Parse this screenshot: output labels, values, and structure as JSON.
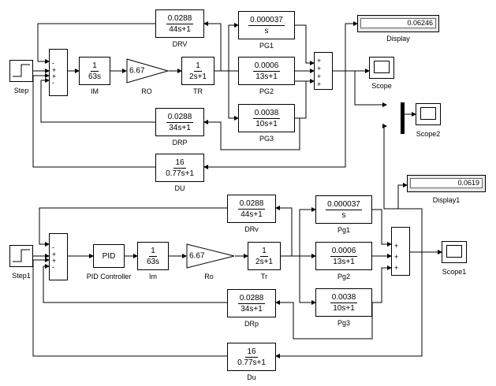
{
  "upper": {
    "step_label": "Step",
    "sum_signs": [
      "-",
      "+",
      "+",
      "-"
    ],
    "im": {
      "num": "1",
      "den": "63s",
      "label": "IM"
    },
    "ro": {
      "gain": "6.67",
      "label": "RO"
    },
    "tr": {
      "num": "1",
      "den": "2s+1",
      "label": "TR"
    },
    "drv": {
      "num": "0.0288",
      "den": "44s+1",
      "label": "DRV"
    },
    "drp": {
      "num": "0.0288",
      "den": "34s+1",
      "label": "DRP"
    },
    "du": {
      "num": "16",
      "den": "0.77s+1",
      "label": "DU"
    },
    "pg1": {
      "num": "0.000037",
      "den": "s",
      "label": "PG1"
    },
    "pg2": {
      "num": "0.0006",
      "den": "13s+1",
      "label": "PG2"
    },
    "pg3": {
      "num": "0.0038",
      "den": "10s+1",
      "label": "PG3"
    },
    "sum2_signs": [
      "+",
      "+",
      "+",
      "+"
    ],
    "display": {
      "value": "0.06246",
      "label": "Display"
    },
    "scope_label": "Scope"
  },
  "scope2_label": "Scope2",
  "lower": {
    "step_label": "Step1",
    "sum_signs": [
      "-",
      "+",
      "+",
      "-"
    ],
    "pid": {
      "text": "PID",
      "label": "PID Controller"
    },
    "im": {
      "num": "1",
      "den": "63s",
      "label": "Im"
    },
    "ro": {
      "gain": "6.67",
      "label": "Ro"
    },
    "tr": {
      "num": "1",
      "den": "2s+1",
      "label": "Tr"
    },
    "drv": {
      "num": "0.0288",
      "den": "44s+1",
      "label": "DRv"
    },
    "drp": {
      "num": "0.0288",
      "den": "34s+1",
      "label": "DRp"
    },
    "du": {
      "num": "16",
      "den": "0.77s+1",
      "label": "Du"
    },
    "pg1": {
      "num": "0.000037",
      "den": "s",
      "label": "Pg1"
    },
    "pg2": {
      "num": "0.0006",
      "den": "13s+1",
      "label": "Pg2"
    },
    "pg3": {
      "num": "0.0038",
      "den": "10s+1",
      "label": "Pg3"
    },
    "sum2_signs": [
      "+",
      "+",
      "+"
    ],
    "display": {
      "value": "0.0619",
      "label": "Display1"
    },
    "scope_label": "Scope1"
  }
}
